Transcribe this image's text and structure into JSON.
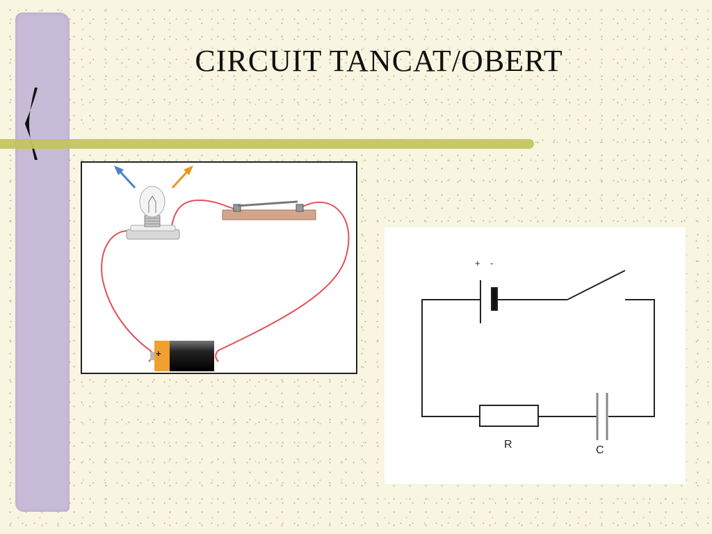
{
  "slide": {
    "title": "CIRCUIT TANCAT/OBERT"
  },
  "illustration": {
    "battery_terminal_label": "+"
  },
  "schematic": {
    "battery_plus_label": "+",
    "battery_minus_label": "-",
    "resistor_label": "R",
    "capacitor_label": "C"
  },
  "colors": {
    "background": "#f8f5e0",
    "side_bar": "#c7bcd8",
    "rule": "#c3c35c",
    "wire": "#e0505a",
    "arrow_blue": "#4a84c4",
    "arrow_orange": "#e8961e",
    "battery_orange": "#f0a030",
    "switch_base": "#d4a58a"
  }
}
